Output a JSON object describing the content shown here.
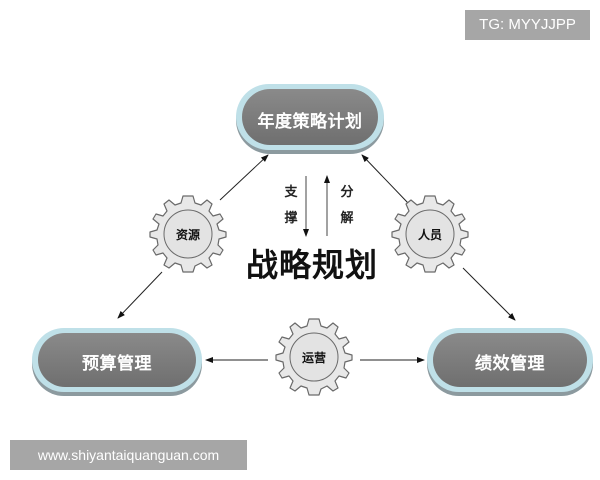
{
  "watermarks": {
    "top_right": "TG: MYYJJPP",
    "bottom_left": "www.shiyantaiquanguan.com"
  },
  "diagram": {
    "title": "战略规划",
    "nodes": {
      "top": "年度策略计划",
      "left": "预算管理",
      "right": "绩效管理"
    },
    "gears": {
      "left": "资源",
      "right": "人员",
      "bottom": "运营"
    },
    "vertical_arrows": {
      "down_label_1": "支",
      "down_label_2": "撑",
      "up_label_1": "分",
      "up_label_2": "解"
    }
  },
  "colors": {
    "pill_fill": "#7a7a7a",
    "pill_border": "#b9dde6",
    "gear_fill": "#e6e6e6",
    "gear_stroke": "#6a6a6a",
    "watermark_bg": "#a6a6a6"
  }
}
